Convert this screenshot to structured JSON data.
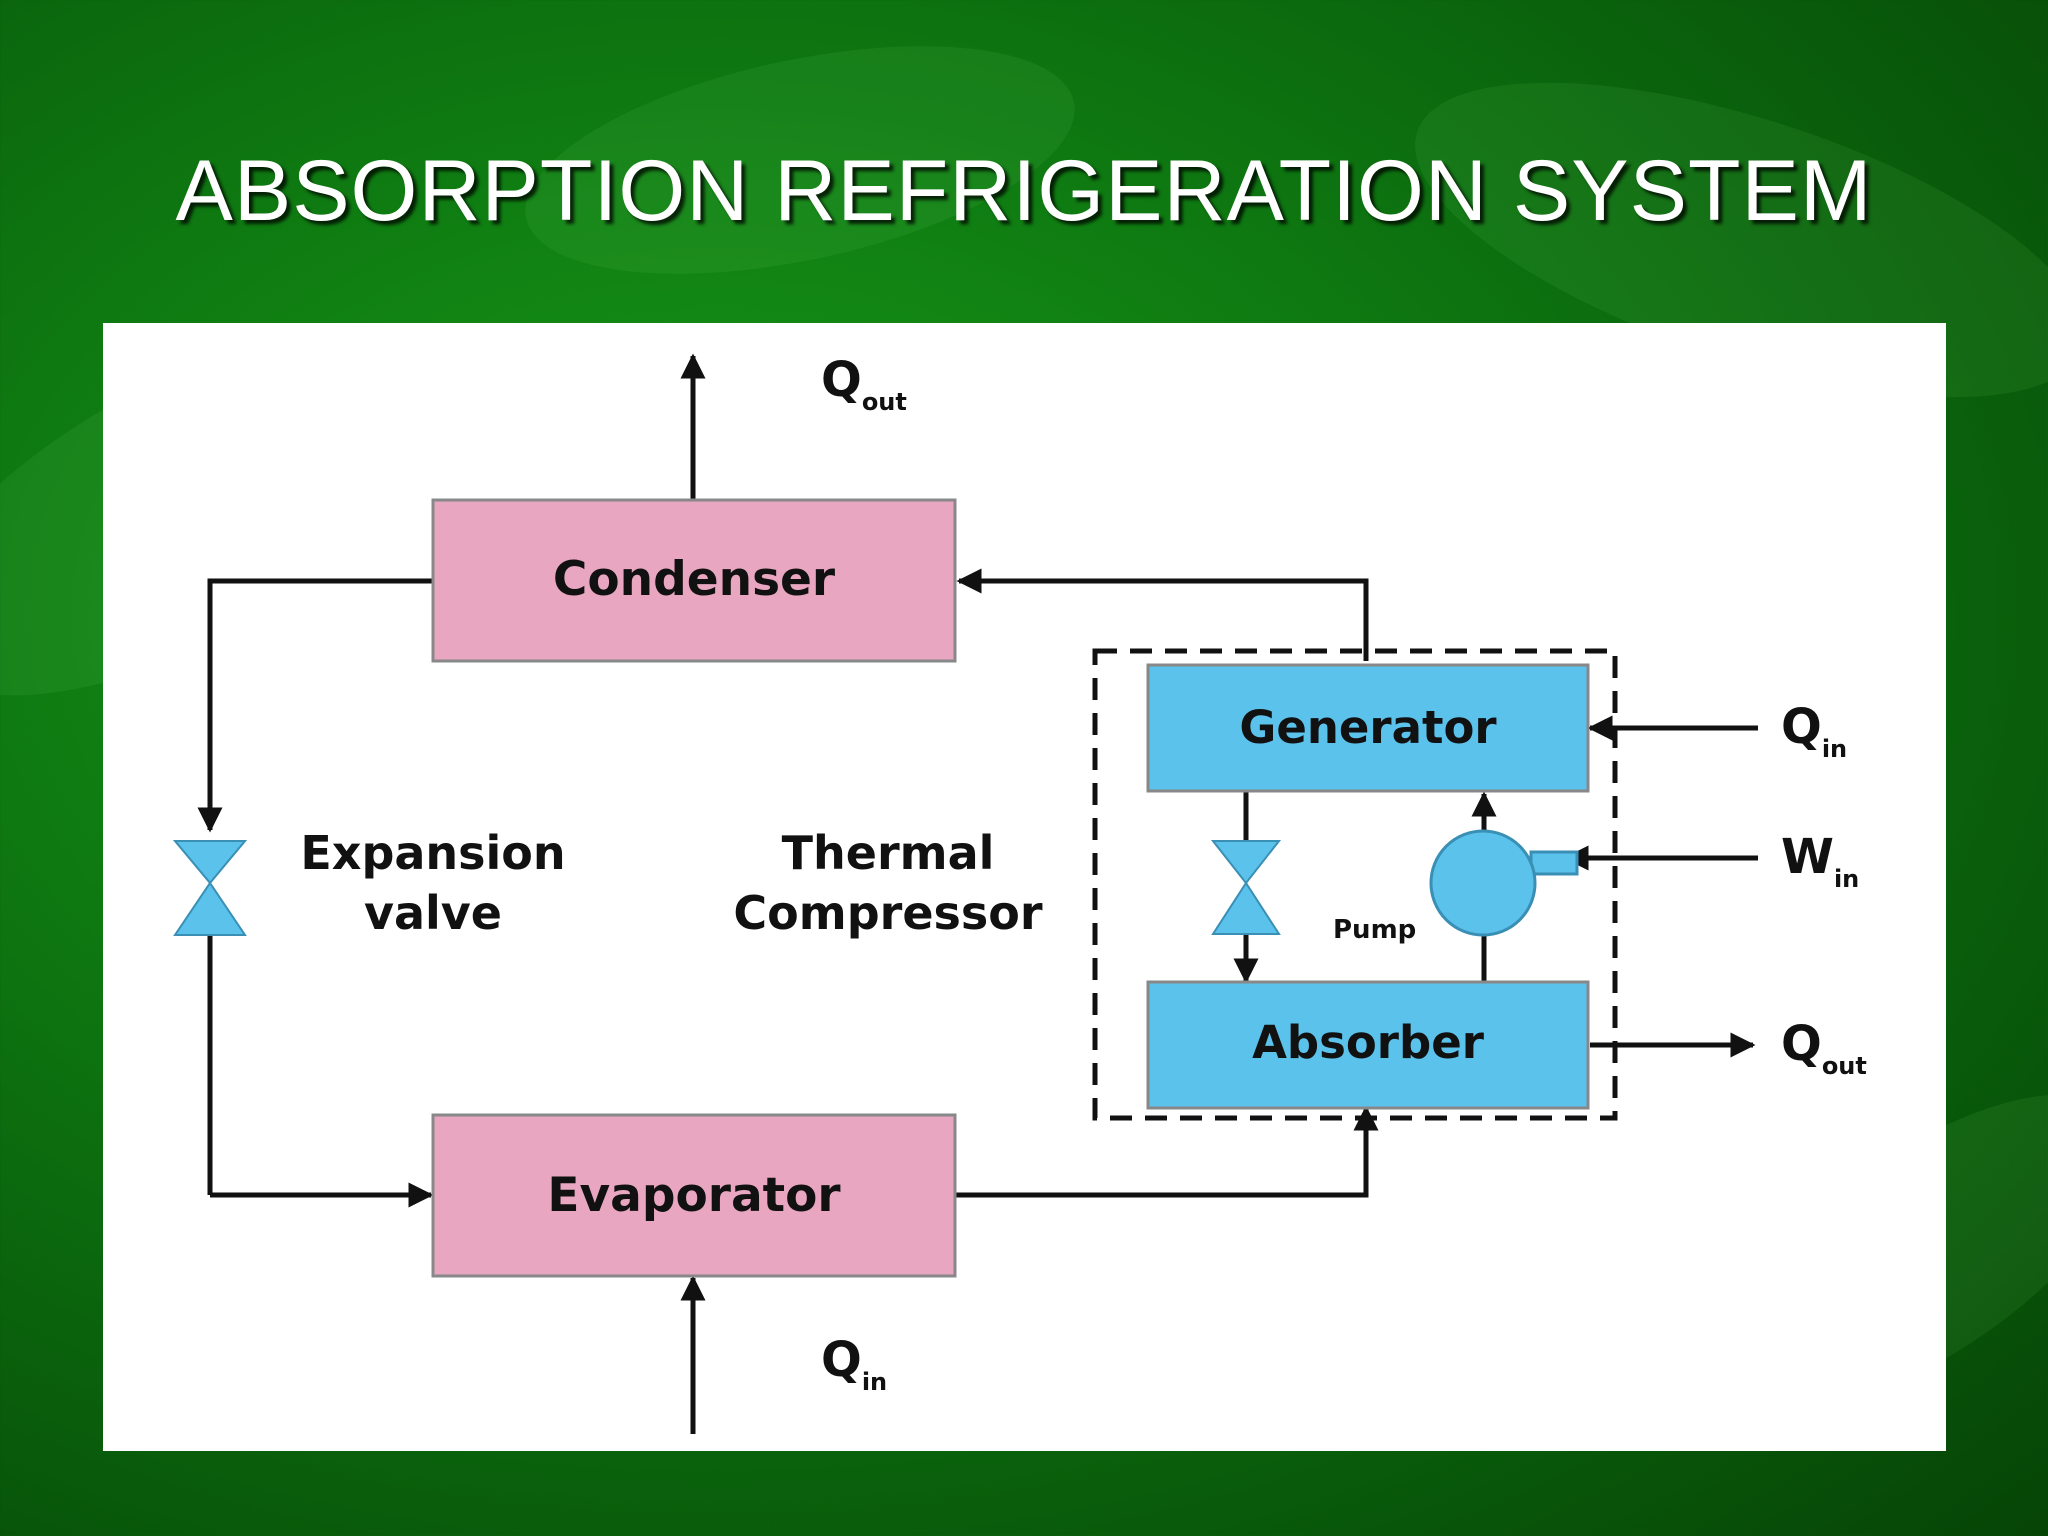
{
  "slide": {
    "title": "ABSORPTION REFRIGERATION SYSTEM"
  },
  "diagram": {
    "components": {
      "condenser": "Condenser",
      "evaporator": "Evaporator",
      "generator": "Generator",
      "absorber": "Absorber"
    },
    "labels": {
      "expansion_valve_line1": "Expansion",
      "expansion_valve_line2": "valve",
      "thermal_compressor_line1": "Thermal",
      "thermal_compressor_line2": "Compressor",
      "pump": "Pump"
    },
    "heat_flows": {
      "condenser_q_out": {
        "symbol": "Q",
        "subscript": "out"
      },
      "evaporator_q_in": {
        "symbol": "Q",
        "subscript": "in"
      },
      "generator_q_in": {
        "symbol": "Q",
        "subscript": "in"
      },
      "pump_w_in": {
        "symbol": "W",
        "subscript": "in"
      },
      "absorber_q_out": {
        "symbol": "Q",
        "subscript": "out"
      }
    },
    "colors": {
      "condenser_evaporator_fill": "#e8a6c1",
      "generator_absorber_fill": "#5bc2ec",
      "valve_pump_fill": "#5bc2ec",
      "line": "#111111"
    }
  }
}
